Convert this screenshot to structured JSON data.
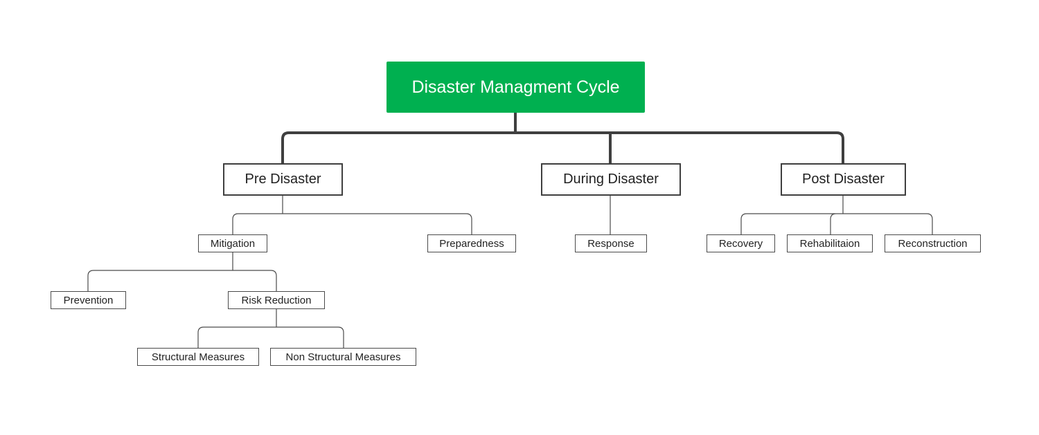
{
  "diagram": {
    "root": {
      "label": "Disaster Managment Cycle",
      "color": "#00b050"
    },
    "pre": {
      "label": "Pre Disaster",
      "mitigation": "Mitigation",
      "preparedness": "Preparedness",
      "prevention": "Prevention",
      "risk_reduction": "Risk Reduction",
      "structural": "Structural Measures",
      "non_structural": "Non Structural Measures"
    },
    "during": {
      "label": "During Disaster",
      "response": "Response"
    },
    "post": {
      "label": "Post Disaster",
      "recovery": "Recovery",
      "rehabilitation": "Rehabilitaion",
      "reconstruction": "Reconstruction"
    }
  }
}
